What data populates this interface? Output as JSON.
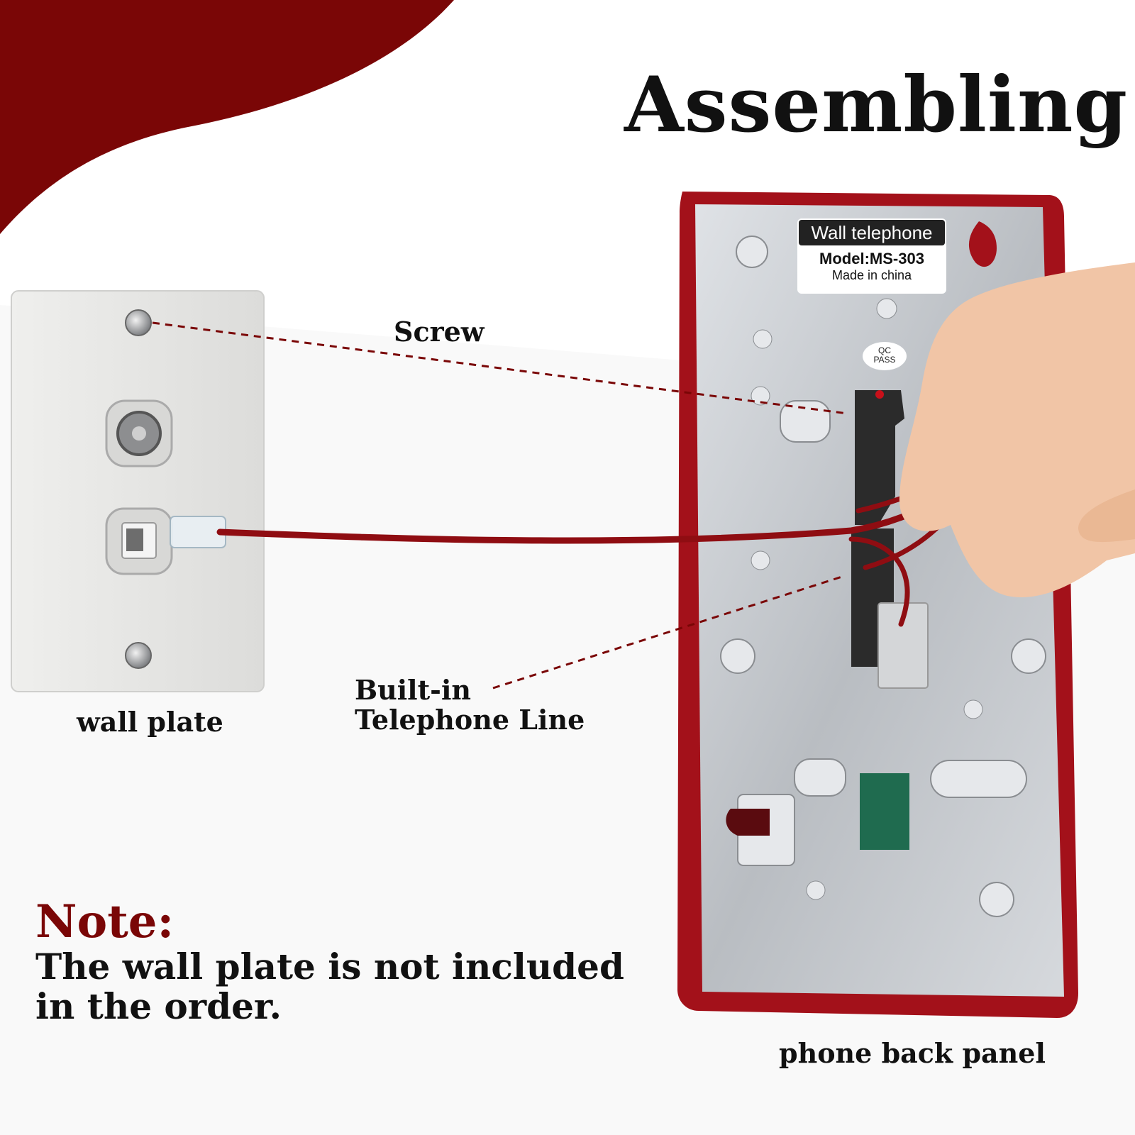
{
  "title": "Assembling",
  "labels": {
    "screw": "Screw",
    "built_in_line": "Built-in\nTelephone Line",
    "wall_plate": "wall plate",
    "phone_back_panel": "phone back panel"
  },
  "note": {
    "heading": "Note:",
    "body": "The wall plate is not included\nin the order."
  },
  "device_label": {
    "header": "Wall telephone",
    "model": "Model:MS-303",
    "origin": "Made in china"
  },
  "qc_sticker": "QC\nPASS",
  "colors": {
    "accent_red": "#7a0606",
    "phone_red": "#a3111a",
    "plate_gray": "#e8e8e6",
    "metal": "#c9ccd0"
  }
}
